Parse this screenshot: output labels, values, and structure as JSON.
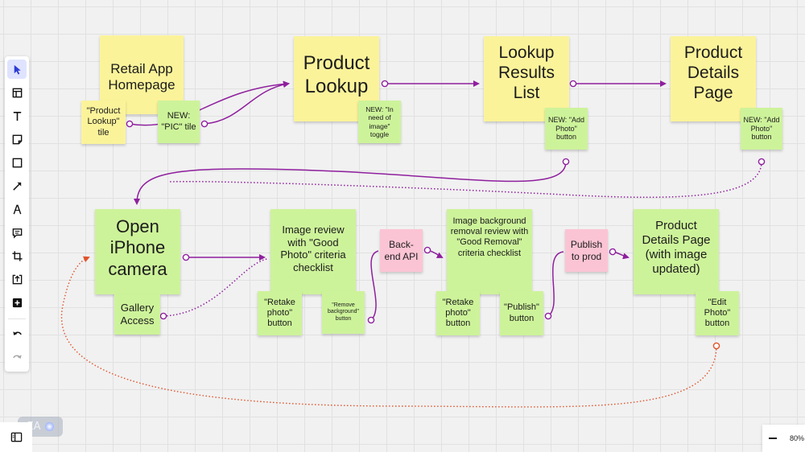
{
  "notes": {
    "retail_home": "Retail App Homepage",
    "product_lookup_tile": "\"Product Lookup\" tile",
    "pic_tile": "NEW: \"PIC\" tile",
    "product_lookup": "Product Lookup",
    "in_need_toggle": "NEW: \"In need of image\" toggle",
    "lookup_results": "Lookup Results List",
    "add_photo_results": "NEW: \"Add Photo\" button",
    "product_details": "Product Details Page",
    "add_photo_details": "NEW: \"Add Photo\" button",
    "open_camera": "Open iPhone camera",
    "gallery_access": "Gallery Access",
    "image_review": "Image review with \"Good Photo\" criteria checklist",
    "retake_photo_1": "\"Retake photo\" button",
    "remove_background": "\"Remove background\" button",
    "backend_api": "Back-end API",
    "bg_removal_review": "Image background removal review with \"Good Removal\" criteria checklist",
    "retake_photo_2": "\"Retake photo\" button",
    "publish_button": "\"Publish\" button",
    "publish_to_prod": "Publish to prod",
    "product_details_updated": "Product Details Page (with image updated)",
    "edit_photo": "\"Edit Photo\" button"
  },
  "toolbar": {
    "tools": [
      "select-tool",
      "frame-tool",
      "text-tool",
      "sticky-note-tool",
      "shape-tool",
      "connector-tool",
      "pen-tool",
      "comment-tool",
      "crop-tool",
      "upload-tool",
      "more-tool",
      "undo",
      "redo"
    ],
    "active": "select-tool"
  },
  "ai_badge": {
    "label": "ΣA"
  },
  "zoom": {
    "level": "80%"
  },
  "colors": {
    "yellow_note": "#fbf39a",
    "green_note": "#cdf39a",
    "pink_note": "#fbc4d4",
    "connector_purple": "#8f1f9e",
    "connector_orange": "#e0522a"
  }
}
